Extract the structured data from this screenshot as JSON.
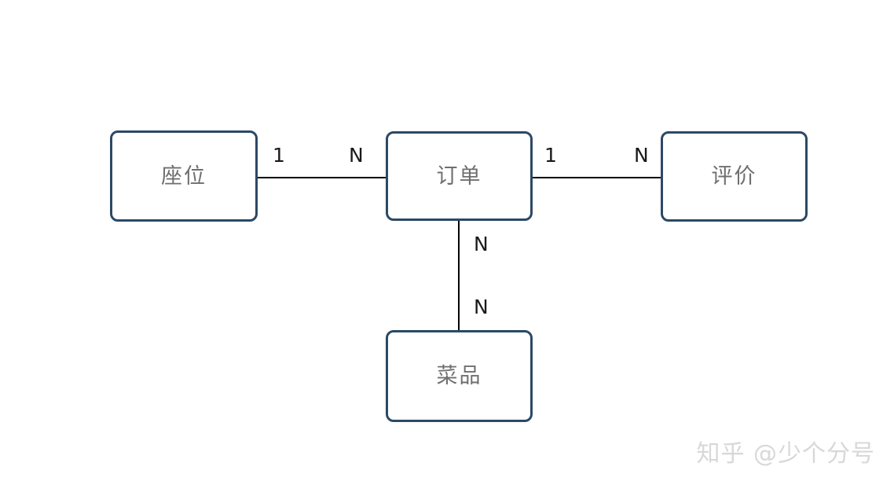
{
  "diagram": {
    "type": "er-diagram",
    "title": "",
    "background_color": "#ffffff",
    "box_border_color": "#2c4966",
    "box_fill_color": "#ffffff",
    "box_label_color": "#6f6f6f",
    "connector_color": "#000000",
    "cardinality_color": "#1a1a1a",
    "entities": [
      {
        "id": "seat",
        "label": "座位"
      },
      {
        "id": "order",
        "label": "订单"
      },
      {
        "id": "review",
        "label": "评价"
      },
      {
        "id": "dish",
        "label": "菜品"
      }
    ],
    "relationships": [
      {
        "id": "seat-order",
        "from": "seat",
        "to": "order",
        "orientation": "horizontal",
        "from_cardinality": "1",
        "to_cardinality": "N"
      },
      {
        "id": "order-review",
        "from": "order",
        "to": "review",
        "orientation": "horizontal",
        "from_cardinality": "1",
        "to_cardinality": "N"
      },
      {
        "id": "order-dish",
        "from": "order",
        "to": "dish",
        "orientation": "vertical",
        "from_cardinality": "N",
        "to_cardinality": "N"
      }
    ]
  },
  "watermark": {
    "text": "知乎 @少个分号",
    "color": "#d8d8d8"
  }
}
